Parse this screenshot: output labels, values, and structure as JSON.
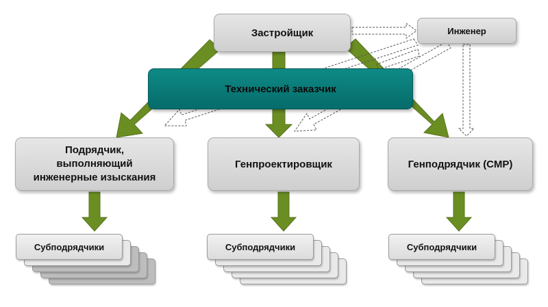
{
  "nodes": {
    "zastroyshchik": "Застройщик",
    "inzhener": "Инженер",
    "tech_zakazchik": "Технический заказчик",
    "izyskaniya": [
      "Подрядчик,",
      "выполняющий",
      "инженерные изыскания"
    ],
    "genproektirovshchik": "Генпроектировщик",
    "genpodryadchik": "Генподрядчик (СМР)"
  },
  "subcontractors": [
    "Субподрядчики",
    "Субподрядчики",
    "Субподрядчики"
  ],
  "colors": {
    "arrow_green": "#6b8e23",
    "tech_teal": "#0a7b78",
    "box_gray": "#d9d9d9",
    "dashed_arrow": "#555555"
  }
}
